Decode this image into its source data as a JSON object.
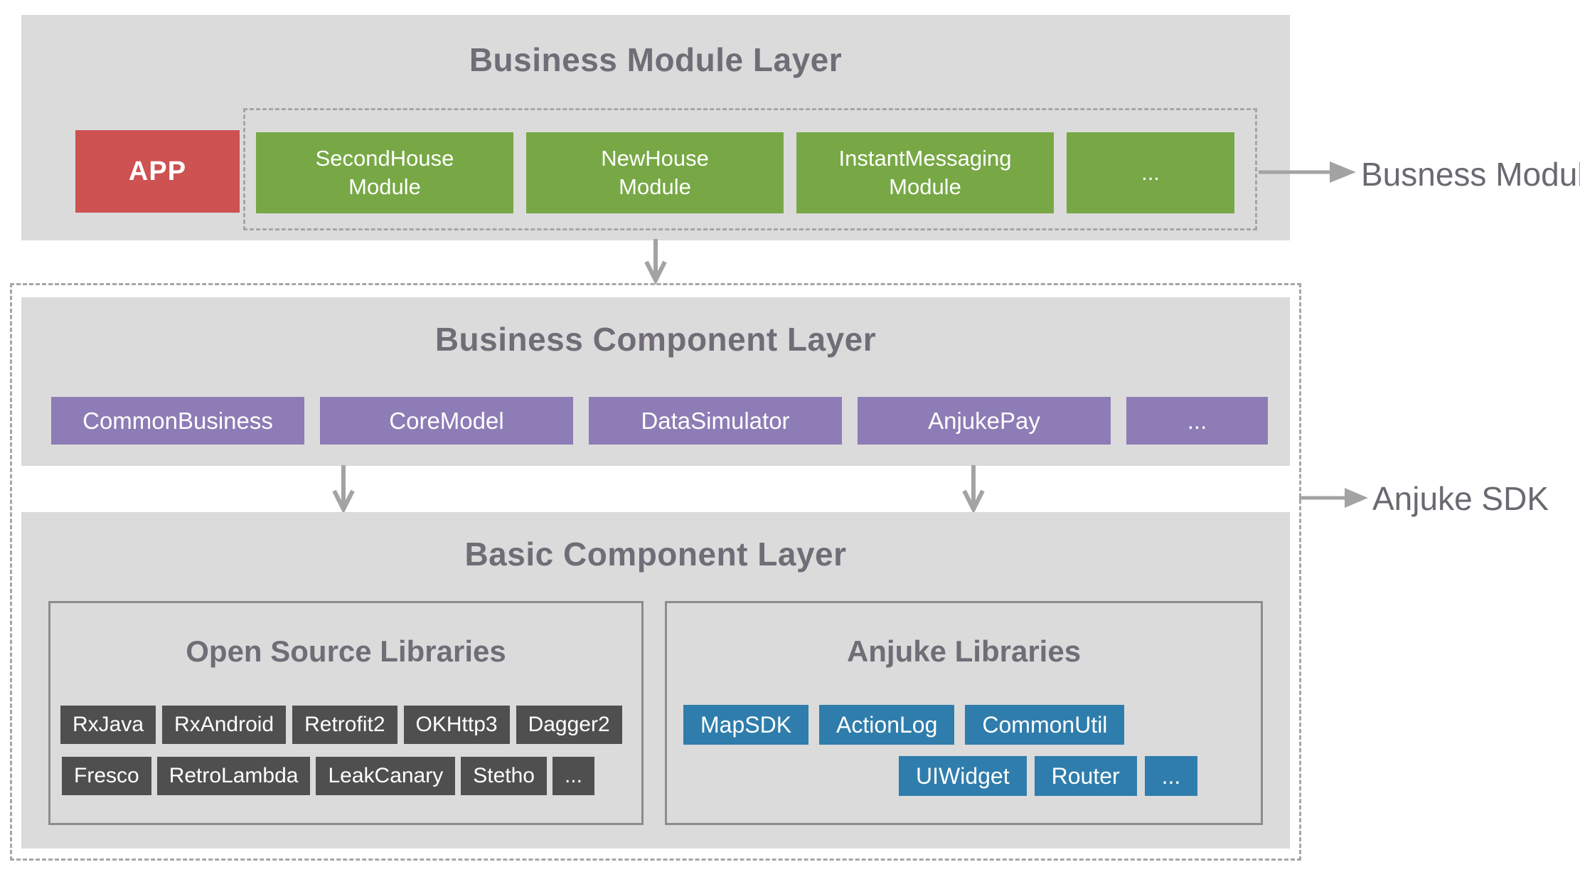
{
  "colors": {
    "layer_background": "#dbdbdb",
    "app_red": "#cd5251",
    "module_green": "#77a845",
    "component_purple": "#8d7cb5",
    "open_source_gray": "#4f4f4f",
    "anjuke_blue": "#2f7dac",
    "title_gray": "#716d77",
    "arrow_gray": "#a3a3a3"
  },
  "business_module_layer": {
    "title": "Business Module Layer",
    "app_label": "APP",
    "modules": [
      {
        "label": "SecondHouse\nModule"
      },
      {
        "label": "NewHouse\nModule"
      },
      {
        "label": "InstantMessaging\nModule"
      },
      {
        "label": "..."
      }
    ],
    "side_label": "Busness Modules"
  },
  "business_component_layer": {
    "title": "Business Component Layer",
    "components": [
      {
        "label": "CommonBusiness"
      },
      {
        "label": "CoreModel"
      },
      {
        "label": "DataSimulator"
      },
      {
        "label": "AnjukePay"
      },
      {
        "label": "..."
      }
    ]
  },
  "sdk_side_label": "Anjuke SDK",
  "basic_component_layer": {
    "title": "Basic Component Layer",
    "open_source": {
      "title": "Open Source Libraries",
      "row1": [
        {
          "label": "RxJava"
        },
        {
          "label": "RxAndroid"
        },
        {
          "label": "Retrofit2"
        },
        {
          "label": "OKHttp3"
        },
        {
          "label": "Dagger2"
        }
      ],
      "row2": [
        {
          "label": "Fresco"
        },
        {
          "label": "RetroLambda"
        },
        {
          "label": "LeakCanary"
        },
        {
          "label": "Stetho"
        },
        {
          "label": "..."
        }
      ]
    },
    "anjuke": {
      "title": "Anjuke Libraries",
      "row1": [
        {
          "label": "MapSDK"
        },
        {
          "label": "ActionLog"
        },
        {
          "label": "CommonUtil"
        }
      ],
      "row2": [
        {
          "label": "UIWidget"
        },
        {
          "label": "Router"
        },
        {
          "label": "..."
        }
      ]
    }
  }
}
